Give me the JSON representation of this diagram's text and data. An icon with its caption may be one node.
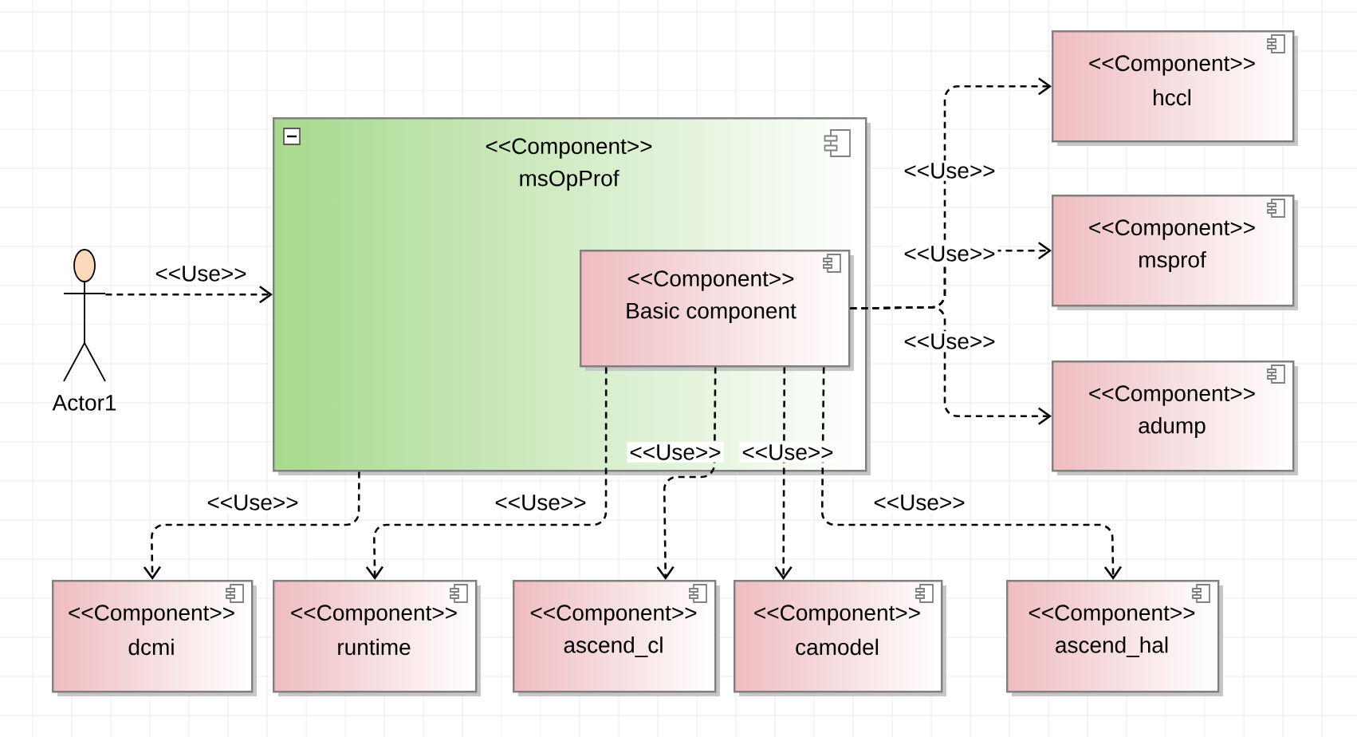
{
  "diagram": {
    "nodes": [
      {
        "text": [
          "Actor1"
        ]
      },
      {
        "text": [
          "<<Component>>",
          "msOpProf"
        ]
      },
      {
        "text": [
          "<<Component>>",
          "Basic component"
        ],
        "in": 1
      },
      {
        "text": [
          "<<Component>>",
          "hccl"
        ]
      },
      {
        "text": [
          "<<Component>>",
          "msprof"
        ]
      },
      {
        "text": [
          "<<Component>>",
          "adump"
        ]
      },
      {
        "text": [
          "<<Component>>",
          "dcmi"
        ]
      },
      {
        "text": [
          "<<Component>>",
          "runtime"
        ]
      },
      {
        "text": [
          "<<Component>>",
          "ascend_cl"
        ]
      },
      {
        "text": [
          "<<Component>>",
          "camodel"
        ]
      },
      {
        "text": [
          "<<Component>>",
          "ascend_hal"
        ]
      }
    ],
    "edges": [
      {
        "from": 0,
        "to": 1,
        "arrow": "to",
        "label": "<<Use>>",
        "style": "dashed"
      },
      {
        "from": 2,
        "to": 3,
        "arrow": "to",
        "label": "<<Use>>",
        "style": "dashed"
      },
      {
        "from": 2,
        "to": 4,
        "arrow": "to",
        "label": "<<Use>>",
        "style": "dashed"
      },
      {
        "from": 2,
        "to": 5,
        "arrow": "to",
        "label": "<<Use>>",
        "style": "dashed"
      },
      {
        "from": 1,
        "to": 6,
        "arrow": "to",
        "label": "<<Use>>",
        "style": "dashed"
      },
      {
        "from": 2,
        "to": 7,
        "arrow": "to",
        "label": "<<Use>>",
        "style": "dashed"
      },
      {
        "from": 2,
        "to": 8,
        "arrow": "to",
        "label": "<<Use>>",
        "style": "dashed"
      },
      {
        "from": 2,
        "to": 9,
        "arrow": "to",
        "label": "<<Use>>",
        "style": "dashed"
      },
      {
        "from": 2,
        "to": 10,
        "arrow": "to",
        "label": "<<Use>>",
        "style": "dashed"
      }
    ]
  }
}
